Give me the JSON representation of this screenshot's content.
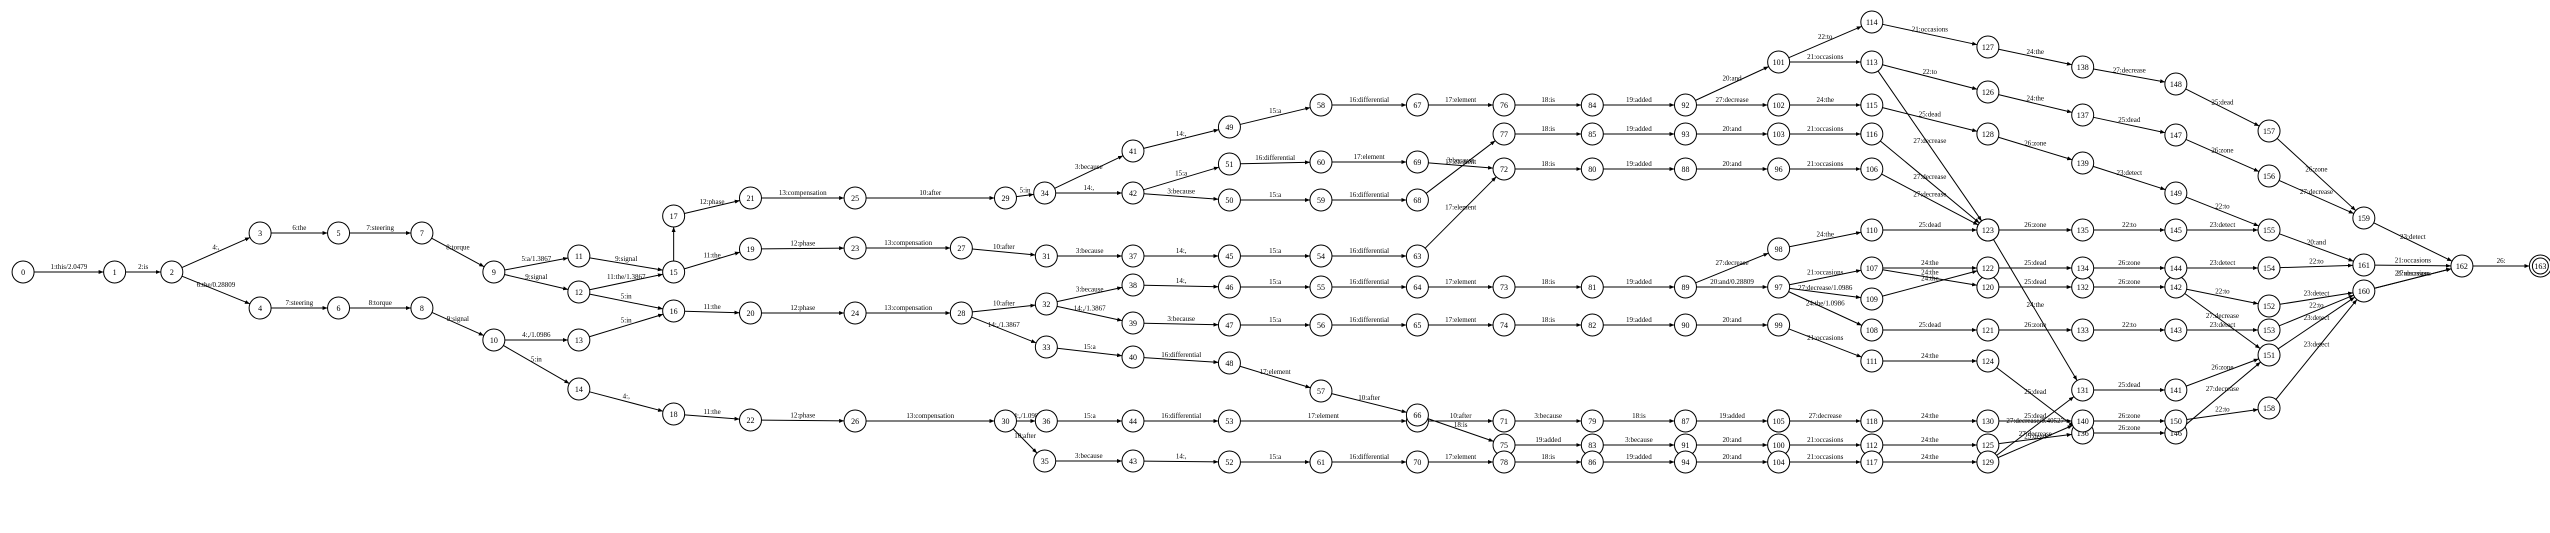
{
  "graph": {
    "start_node": "0",
    "final_nodes": [
      "163"
    ],
    "nodes": [
      "0",
      "1",
      "2",
      "3",
      "4",
      "5",
      "6",
      "7",
      "8",
      "9",
      "10",
      "11",
      "12",
      "13",
      "14",
      "15",
      "16",
      "17",
      "18",
      "19",
      "20",
      "21",
      "22",
      "23",
      "24",
      "25",
      "26",
      "27",
      "28",
      "29",
      "30",
      "31",
      "32",
      "33",
      "34",
      "35",
      "36",
      "37",
      "38",
      "39",
      "40",
      "41",
      "42",
      "43",
      "44",
      "45",
      "46",
      "47",
      "48",
      "49",
      "50",
      "51",
      "52",
      "53",
      "54",
      "55",
      "56",
      "57",
      "58",
      "59",
      "60",
      "61",
      "62",
      "63",
      "64",
      "65",
      "66",
      "67",
      "68",
      "69",
      "70",
      "71",
      "72",
      "73",
      "74",
      "75",
      "76",
      "77",
      "78",
      "79",
      "80",
      "81",
      "82",
      "83",
      "84",
      "85",
      "86",
      "87",
      "88",
      "89",
      "90",
      "91",
      "92",
      "93",
      "94",
      "95",
      "96",
      "97",
      "98",
      "99",
      "100",
      "101",
      "102",
      "103",
      "104",
      "105",
      "106",
      "107",
      "108",
      "109",
      "110",
      "111",
      "112",
      "113",
      "114",
      "115",
      "116",
      "117",
      "118",
      "119",
      "120",
      "121",
      "122",
      "123",
      "124",
      "125",
      "126",
      "127",
      "128",
      "129",
      "130",
      "131",
      "132",
      "133",
      "134",
      "135",
      "136",
      "137",
      "138",
      "139",
      "140",
      "141",
      "142",
      "143",
      "144",
      "145",
      "146",
      "147",
      "148",
      "149",
      "150",
      "151",
      "152",
      "153",
      "154",
      "155",
      "156",
      "157",
      "158",
      "159",
      "160",
      "161",
      "162",
      "163"
    ],
    "edges": [
      {
        "from": "0",
        "to": "1",
        "label": "1:this/2.0479"
      },
      {
        "from": "1",
        "to": "2",
        "label": "2:is"
      },
      {
        "from": "2",
        "to": "3",
        "label": "4:,"
      },
      {
        "from": "2",
        "to": "4",
        "label": "6:the/0.28809"
      },
      {
        "from": "3",
        "to": "5",
        "label": "6:the"
      },
      {
        "from": "5",
        "to": "7",
        "label": "7:steering"
      },
      {
        "from": "4",
        "to": "6",
        "label": "7:steering"
      },
      {
        "from": "6",
        "to": "8",
        "label": "8:torque"
      },
      {
        "from": "7",
        "to": "9",
        "label": "8:torque"
      },
      {
        "from": "8",
        "to": "10",
        "label": "9:signal"
      },
      {
        "from": "9",
        "to": "11",
        "label": "5:a/1.3867"
      },
      {
        "from": "9",
        "to": "12",
        "label": "9:signal"
      },
      {
        "from": "10",
        "to": "13",
        "label": "4:,/1.0986"
      },
      {
        "from": "10",
        "to": "14",
        "label": "5:in"
      },
      {
        "from": "11",
        "to": "15",
        "label": "9:signal"
      },
      {
        "from": "12",
        "to": "15",
        "label": "11:the/1.3867"
      },
      {
        "from": "12",
        "to": "16",
        "label": "5:in"
      },
      {
        "from": "13",
        "to": "16",
        "label": "5:in"
      },
      {
        "from": "15",
        "to": "17",
        "label": ""
      },
      {
        "from": "15",
        "to": "19",
        "label": "11:the"
      },
      {
        "from": "16",
        "to": "20",
        "label": "11:the"
      },
      {
        "from": "14",
        "to": "18",
        "label": "4:,"
      },
      {
        "from": "17",
        "to": "21",
        "label": "12:phase"
      },
      {
        "from": "19",
        "to": "23",
        "label": "12:phase"
      },
      {
        "from": "20",
        "to": "24",
        "label": "12:phase"
      },
      {
        "from": "18",
        "to": "22",
        "label": "11:the"
      },
      {
        "from": "22",
        "to": "26",
        "label": "12:phase"
      },
      {
        "from": "21",
        "to": "25",
        "label": "13:compensation"
      },
      {
        "from": "23",
        "to": "27",
        "label": "13:compensation"
      },
      {
        "from": "24",
        "to": "28",
        "label": "13:compensation"
      },
      {
        "from": "26",
        "to": "30",
        "label": "13:compensation"
      },
      {
        "from": "25",
        "to": "29",
        "label": "10:after"
      },
      {
        "from": "27",
        "to": "31",
        "label": "10:after"
      },
      {
        "from": "28",
        "to": "32",
        "label": "10:after"
      },
      {
        "from": "28",
        "to": "33",
        "label": "14:,/1.3867"
      },
      {
        "from": "30",
        "to": "36",
        "label": "14:,/1.0986"
      },
      {
        "from": "30",
        "to": "35",
        "label": "10:after"
      },
      {
        "from": "29",
        "to": "34",
        "label": "5:in"
      },
      {
        "from": "34",
        "to": "41",
        "label": "3:because"
      },
      {
        "from": "34",
        "to": "42",
        "label": "14:,"
      },
      {
        "from": "31",
        "to": "37",
        "label": "3:because"
      },
      {
        "from": "32",
        "to": "38",
        "label": "3:because"
      },
      {
        "from": "32",
        "to": "39",
        "label": "14:,/1.3867"
      },
      {
        "from": "33",
        "to": "40",
        "label": "15:a"
      },
      {
        "from": "36",
        "to": "44",
        "label": "15:a"
      },
      {
        "from": "35",
        "to": "43",
        "label": "3:because"
      },
      {
        "from": "41",
        "to": "49",
        "label": "14:,"
      },
      {
        "from": "42",
        "to": "51",
        "label": "15:a"
      },
      {
        "from": "42",
        "to": "50",
        "label": "3:because"
      },
      {
        "from": "37",
        "to": "45",
        "label": "14:,"
      },
      {
        "from": "38",
        "to": "46",
        "label": "14:,"
      },
      {
        "from": "39",
        "to": "47",
        "label": "3:because"
      },
      {
        "from": "40",
        "to": "48",
        "label": "16:differential"
      },
      {
        "from": "44",
        "to": "53",
        "label": "16:differential"
      },
      {
        "from": "43",
        "to": "52",
        "label": "14:,"
      },
      {
        "from": "49",
        "to": "58",
        "label": "15:a"
      },
      {
        "from": "51",
        "to": "60",
        "label": "16:differential"
      },
      {
        "from": "50",
        "to": "59",
        "label": "15:a"
      },
      {
        "from": "45",
        "to": "54",
        "label": "15:a"
      },
      {
        "from": "46",
        "to": "55",
        "label": "15:a"
      },
      {
        "from": "47",
        "to": "56",
        "label": "15:a"
      },
      {
        "from": "48",
        "to": "57",
        "label": "17:element"
      },
      {
        "from": "53",
        "to": "62",
        "label": "17:element"
      },
      {
        "from": "52",
        "to": "61",
        "label": "15:a"
      },
      {
        "from": "58",
        "to": "67",
        "label": "16:differential"
      },
      {
        "from": "60",
        "to": "69",
        "label": "17:element"
      },
      {
        "from": "59",
        "to": "68",
        "label": "16:differential"
      },
      {
        "from": "54",
        "to": "63",
        "label": "16:differential"
      },
      {
        "from": "55",
        "to": "64",
        "label": "16:differential"
      },
      {
        "from": "56",
        "to": "65",
        "label": "16:differential"
      },
      {
        "from": "57",
        "to": "66",
        "label": "10:after"
      },
      {
        "from": "62",
        "to": "71",
        "label": "10:after"
      },
      {
        "from": "61",
        "to": "70",
        "label": "16:differential"
      },
      {
        "from": "67",
        "to": "76",
        "label": "17:element"
      },
      {
        "from": "69",
        "to": "72",
        "label": "3:because"
      },
      {
        "from": "68",
        "to": "77",
        "label": "17:element"
      },
      {
        "from": "63",
        "to": "72",
        "label": "17:element"
      },
      {
        "from": "64",
        "to": "73",
        "label": "17:element"
      },
      {
        "from": "65",
        "to": "74",
        "label": "17:element"
      },
      {
        "from": "66",
        "to": "75",
        "label": "18:is"
      },
      {
        "from": "71",
        "to": "79",
        "label": "3:because"
      },
      {
        "from": "70",
        "to": "78",
        "label": "17:element"
      },
      {
        "from": "76",
        "to": "84",
        "label": "18:is"
      },
      {
        "from": "77",
        "to": "85",
        "label": "18:is"
      },
      {
        "from": "72",
        "to": "80",
        "label": "18:is"
      },
      {
        "from": "73",
        "to": "81",
        "label": "18:is"
      },
      {
        "from": "74",
        "to": "82",
        "label": "18:is"
      },
      {
        "from": "75",
        "to": "83",
        "label": "19:added"
      },
      {
        "from": "79",
        "to": "87",
        "label": "18:is"
      },
      {
        "from": "78",
        "to": "86",
        "label": "18:is"
      },
      {
        "from": "84",
        "to": "92",
        "label": "19:added"
      },
      {
        "from": "85",
        "to": "93",
        "label": "19:added"
      },
      {
        "from": "80",
        "to": "88",
        "label": "19:added"
      },
      {
        "from": "81",
        "to": "89",
        "label": "19:added"
      },
      {
        "from": "82",
        "to": "90",
        "label": "19:added"
      },
      {
        "from": "83",
        "to": "91",
        "label": "3:because"
      },
      {
        "from": "87",
        "to": "95",
        "label": "19:added"
      },
      {
        "from": "86",
        "to": "94",
        "label": "19:added"
      },
      {
        "from": "92",
        "to": "101",
        "label": "20:and"
      },
      {
        "from": "92",
        "to": "102",
        "label": "27:decrease"
      },
      {
        "from": "93",
        "to": "103",
        "label": "20:and"
      },
      {
        "from": "88",
        "to": "96",
        "label": "20:and"
      },
      {
        "from": "89",
        "to": "98",
        "label": "27:decrease"
      },
      {
        "from": "89",
        "to": "97",
        "label": "20:and/0.28809"
      },
      {
        "from": "90",
        "to": "99",
        "label": "20:and"
      },
      {
        "from": "91",
        "to": "100",
        "label": "20:and"
      },
      {
        "from": "95",
        "to": "105",
        "label": "20:and"
      },
      {
        "from": "94",
        "to": "104",
        "label": "20:and"
      },
      {
        "from": "101",
        "to": "114",
        "label": "22:to"
      },
      {
        "from": "101",
        "to": "113",
        "label": "21:occasions"
      },
      {
        "from": "102",
        "to": "115",
        "label": "24:the"
      },
      {
        "from": "103",
        "to": "116",
        "label": "21:occasions"
      },
      {
        "from": "96",
        "to": "106",
        "label": "21:occasions"
      },
      {
        "from": "98",
        "to": "110",
        "label": "24:the"
      },
      {
        "from": "97",
        "to": "107",
        "label": "21:occasions"
      },
      {
        "from": "97",
        "to": "109",
        "label": "27:decrease/1.0986"
      },
      {
        "from": "97",
        "to": "108",
        "label": "24:the/1.0986"
      },
      {
        "from": "99",
        "to": "111",
        "label": "21:occasions"
      },
      {
        "from": "100",
        "to": "112",
        "label": "21:occasions"
      },
      {
        "from": "105",
        "to": "118",
        "label": "27:decrease"
      },
      {
        "from": "104",
        "to": "117",
        "label": "21:occasions"
      },
      {
        "from": "114",
        "to": "127",
        "label": "21:occasions"
      },
      {
        "from": "113",
        "to": "126",
        "label": "22:to"
      },
      {
        "from": "113",
        "to": "119",
        "label": "27:decrease"
      },
      {
        "from": "115",
        "to": "128",
        "label": "25:dead"
      },
      {
        "from": "116",
        "to": "119",
        "label": "27:decrease"
      },
      {
        "from": "106",
        "to": "119",
        "label": "27:decrease"
      },
      {
        "from": "110",
        "to": "123",
        "label": "25:dead"
      },
      {
        "from": "107",
        "to": "122",
        "label": "24:the"
      },
      {
        "from": "107",
        "to": "120",
        "label": "24:the"
      },
      {
        "from": "109",
        "to": "122",
        "label": "24:the"
      },
      {
        "from": "108",
        "to": "121",
        "label": "25:dead"
      },
      {
        "from": "111",
        "to": "124",
        "label": "24:the"
      },
      {
        "from": "112",
        "to": "125",
        "label": "24:the"
      },
      {
        "from": "118",
        "to": "130",
        "label": "24:the"
      },
      {
        "from": "117",
        "to": "129",
        "label": "24:the"
      },
      {
        "from": "127",
        "to": "138",
        "label": "24:the"
      },
      {
        "from": "126",
        "to": "137",
        "label": "24:the"
      },
      {
        "from": "128",
        "to": "139",
        "label": "26:zone"
      },
      {
        "from": "119",
        "to": "131",
        "label": "24:the"
      },
      {
        "from": "123",
        "to": "135",
        "label": "26:zone"
      },
      {
        "from": "122",
        "to": "134",
        "label": "25:dead"
      },
      {
        "from": "120",
        "to": "132",
        "label": "25:dead"
      },
      {
        "from": "121",
        "to": "133",
        "label": "26:zone"
      },
      {
        "from": "124",
        "to": "136",
        "label": "25:dead"
      },
      {
        "from": "125",
        "to": "136",
        "label": "27:decrease"
      },
      {
        "from": "130",
        "to": "140",
        "label": "25:dead"
      },
      {
        "from": "129",
        "to": "140",
        "label": "25:dead"
      },
      {
        "from": "129",
        "to": "131",
        "label": "27:decrease/0.40527"
      },
      {
        "from": "138",
        "to": "148",
        "label": "27:decrease"
      },
      {
        "from": "137",
        "to": "147",
        "label": "25:dead"
      },
      {
        "from": "139",
        "to": "149",
        "label": "23:detect"
      },
      {
        "from": "131",
        "to": "141",
        "label": "25:dead"
      },
      {
        "from": "135",
        "to": "145",
        "label": "22:to"
      },
      {
        "from": "134",
        "to": "144",
        "label": "26:zone"
      },
      {
        "from": "132",
        "to": "142",
        "label": "26:zone"
      },
      {
        "from": "133",
        "to": "143",
        "label": "22:to"
      },
      {
        "from": "136",
        "to": "146",
        "label": "26:zone"
      },
      {
        "from": "140",
        "to": "150",
        "label": "26:zone"
      },
      {
        "from": "148",
        "to": "157",
        "label": "25:dead"
      },
      {
        "from": "147",
        "to": "156",
        "label": "26:zone"
      },
      {
        "from": "149",
        "to": "155",
        "label": "22:to"
      },
      {
        "from": "145",
        "to": "155",
        "label": "23:detect"
      },
      {
        "from": "144",
        "to": "154",
        "label": "23:detect"
      },
      {
        "from": "142",
        "to": "152",
        "label": "22:to"
      },
      {
        "from": "142",
        "to": "151",
        "label": "27:decrease"
      },
      {
        "from": "143",
        "to": "153",
        "label": "23:detect"
      },
      {
        "from": "141",
        "to": "151",
        "label": "26:zone"
      },
      {
        "from": "146",
        "to": "151",
        "label": "27:decrease"
      },
      {
        "from": "150",
        "to": "158",
        "label": "22:to"
      },
      {
        "from": "157",
        "to": "159",
        "label": "26:zone"
      },
      {
        "from": "156",
        "to": "159",
        "label": "27:decrease"
      },
      {
        "from": "155",
        "to": "161",
        "label": "20:and"
      },
      {
        "from": "154",
        "to": "161",
        "label": "22:to"
      },
      {
        "from": "152",
        "to": "160",
        "label": "23:detect"
      },
      {
        "from": "153",
        "to": "160",
        "label": "22:to"
      },
      {
        "from": "151",
        "to": "160",
        "label": "23:detect"
      },
      {
        "from": "158",
        "to": "160",
        "label": "23:detect"
      },
      {
        "from": "159",
        "to": "162",
        "label": "23:detect"
      },
      {
        "from": "161",
        "to": "162",
        "label": "21:occasions"
      },
      {
        "from": "160",
        "to": "162",
        "label": "21:occasions"
      },
      {
        "from": "160",
        "to": "162",
        "label": "27:decrease"
      },
      {
        "from": "162",
        "to": "163",
        "label": "26:"
      }
    ]
  }
}
